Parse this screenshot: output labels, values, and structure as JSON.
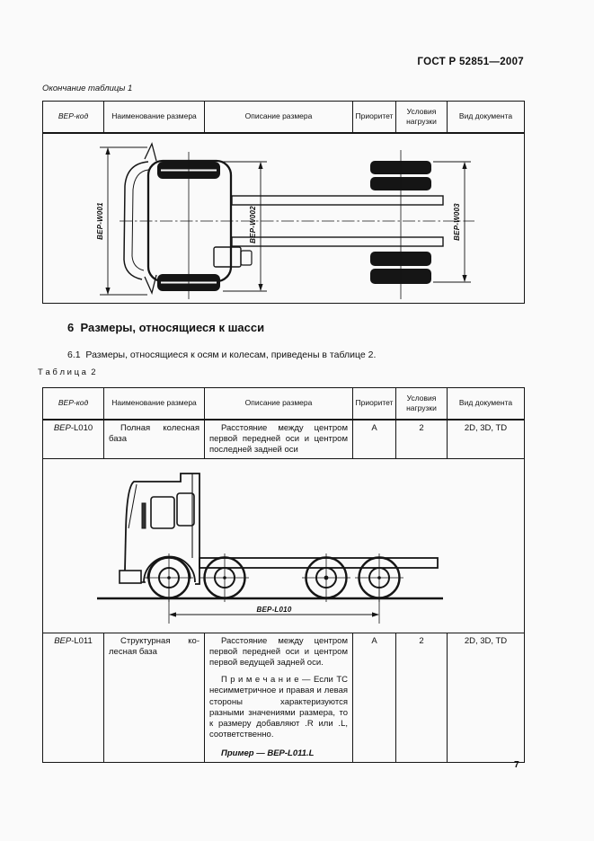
{
  "page": {
    "doc_code": "ГОСТ Р 52851—2007",
    "table1_caption": "Окончание таблицы 1",
    "section_heading": "6  Размеры, относящиеся к шасси",
    "section_paragraph": "6.1  Размеры, относящиеся к осям и колесам, приведены в таблице 2.",
    "table2_caption": "Т а б л и ц а  2",
    "page_number": "7"
  },
  "table_header": {
    "col_code": "ВЕР-код",
    "col_name": "Наименование размера",
    "col_description": "Описание размера",
    "col_priority": "Приоритет",
    "col_load": "Условия нагрузки",
    "col_doc": "Вид документа"
  },
  "diagram_top_view": {
    "dim_width_overall": "BEP-W001",
    "dim_width_front": "BEP-W002",
    "dim_width_rear": "BEP-W003"
  },
  "diagram_side_view": {
    "dim_wheelbase": "BEP-L010"
  },
  "table2": {
    "rows": [
      {
        "code_italic": "BEP",
        "code_rest": "-L010",
        "name": "Полная колесная база",
        "description": "Расстояние между центром первой передней оси и центром последней задней оси",
        "priority": "А",
        "load_condition": "2",
        "doc_kind": "2D, 3D, TD"
      },
      {
        "code_italic": "BEP",
        "code_rest": "-L011",
        "name": "Структурная ко­лесная база",
        "description": "Расстояние между центром первой передней оси и центром первой ведущей задней оси.",
        "note": "П р и м е ч а н и е — Если ТС несимметричное и правая и ле­вая стороны характеризуются разными значениями размера, то к размеру добавляют .R или .L, соответственно.",
        "example": "Пример — BEP-L011.L",
        "priority": "А",
        "load_condition": "2",
        "doc_kind": "2D, 3D, TD"
      }
    ]
  }
}
